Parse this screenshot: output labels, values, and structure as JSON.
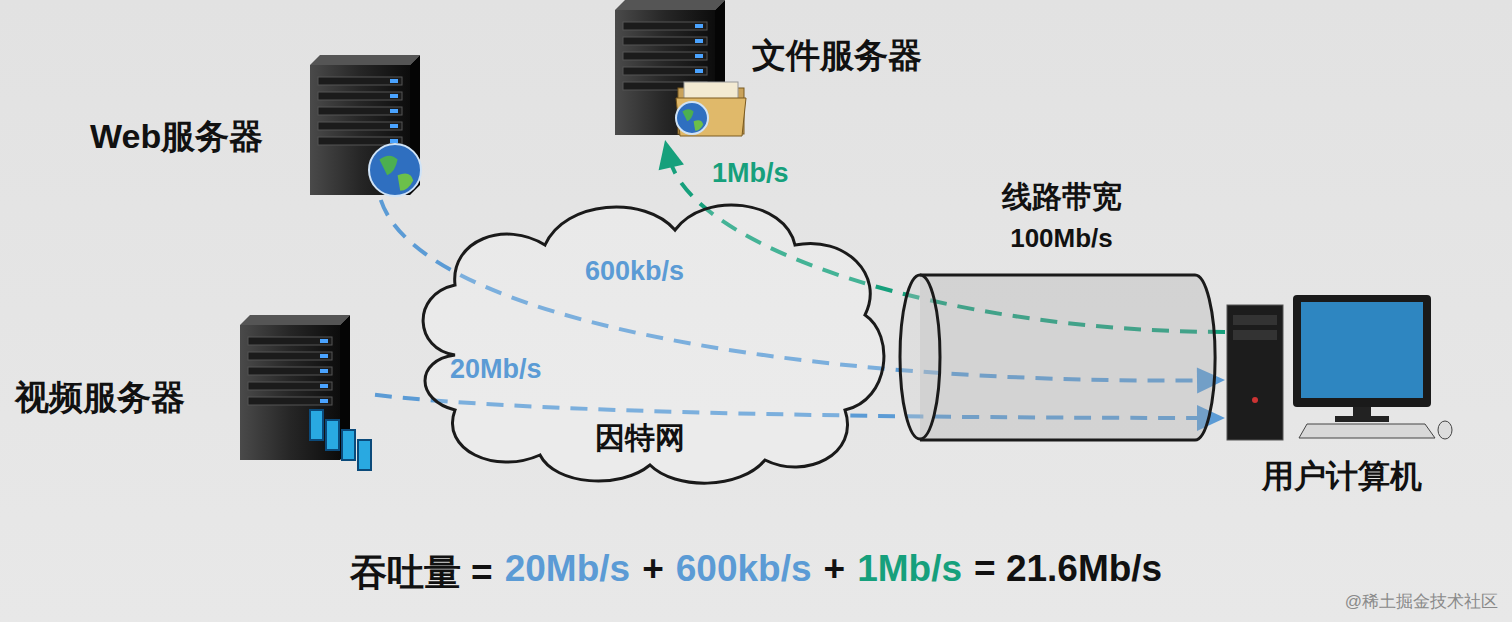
{
  "diagram": {
    "nodes": [
      {
        "text": [
          "文件服务器"
        ]
      },
      {
        "text": [
          "Web服务器"
        ]
      },
      {
        "text": [
          "线路带宽",
          "100Mb/s"
        ]
      },
      {
        "text": [
          "因特网"
        ]
      },
      {
        "text": [
          "视频服务器"
        ]
      },
      {
        "text": [
          "用户计算机"
        ]
      }
    ],
    "edges": [
      {
        "from": 1,
        "to": 5,
        "label": "600kb/s",
        "arrow": "to"
      },
      {
        "from": 4,
        "to": 5,
        "label": "20Mb/s",
        "arrow": "to"
      },
      {
        "from": 5,
        "to": 0,
        "label": "1Mb/s",
        "arrow": "to"
      }
    ],
    "labels": [
      "吞吐量 =",
      "20Mb/s",
      "+",
      "600kb/s",
      "+",
      "1Mb/s",
      "= 21.6Mb/s",
      "@稀土掘金技术社区"
    ]
  }
}
